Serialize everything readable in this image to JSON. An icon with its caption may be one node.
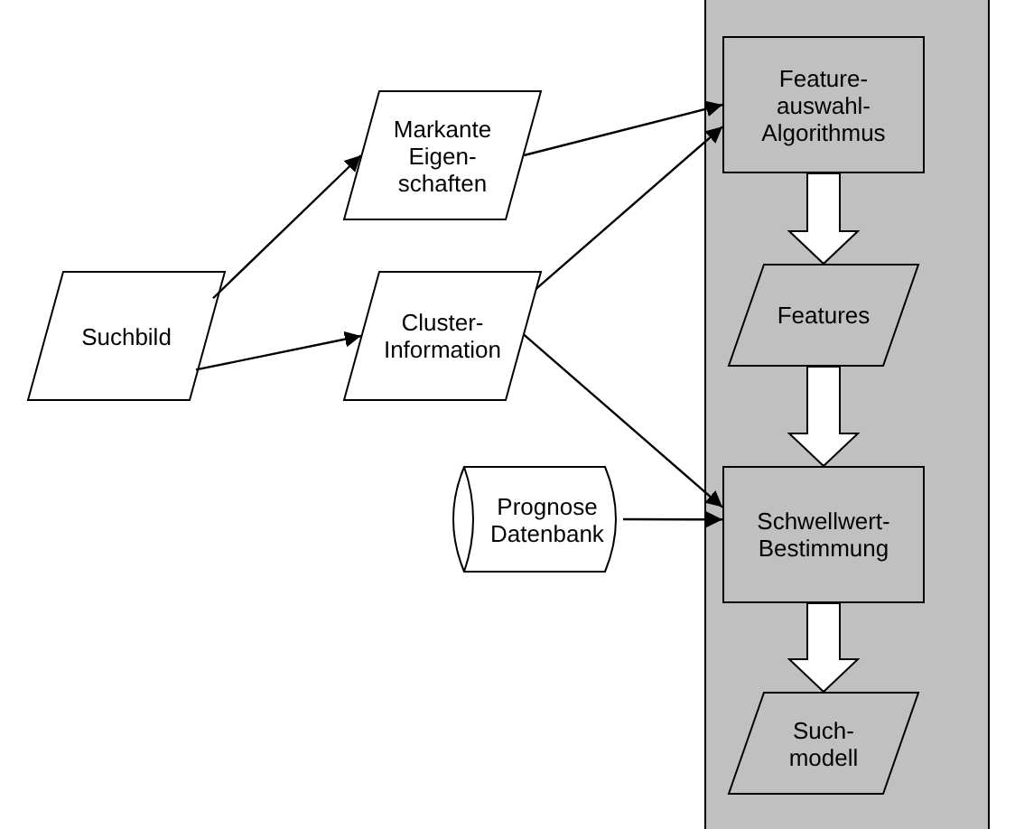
{
  "diagram": {
    "nodes": [
      {
        "text": [
          "Suchbild"
        ]
      },
      {
        "text": [
          "Markante Eigen- schaften"
        ]
      },
      {
        "text": [
          "Cluster- Information"
        ]
      },
      {
        "text": [
          "Prognose Datenbank"
        ]
      },
      {
        "text": [],
        "shape": "box"
      },
      {
        "text": [
          "Feature- auswahl- Algorithmus"
        ],
        "in": 4
      },
      {
        "text": [
          "Features"
        ],
        "in": 4
      },
      {
        "text": [
          "Schwellwert- Bestimmung"
        ],
        "in": 4
      },
      {
        "text": [
          "Such- modell"
        ],
        "in": 4
      }
    ],
    "edges": [
      {
        "from": 0,
        "to": 1,
        "arrow": "to"
      },
      {
        "from": 0,
        "to": 2,
        "arrow": "to"
      },
      {
        "from": 1,
        "to": 5,
        "arrow": "to"
      },
      {
        "from": 2,
        "to": 5,
        "arrow": "to"
      },
      {
        "from": 2,
        "to": 7,
        "arrow": "to"
      },
      {
        "from": 3,
        "to": 7,
        "arrow": "to"
      },
      {
        "from": 5,
        "to": 6,
        "arrow": "to",
        "style": "thick"
      },
      {
        "from": 6,
        "to": 7,
        "arrow": "to",
        "style": "thick"
      },
      {
        "from": 7,
        "to": 8,
        "arrow": "to",
        "style": "thick"
      }
    ]
  }
}
